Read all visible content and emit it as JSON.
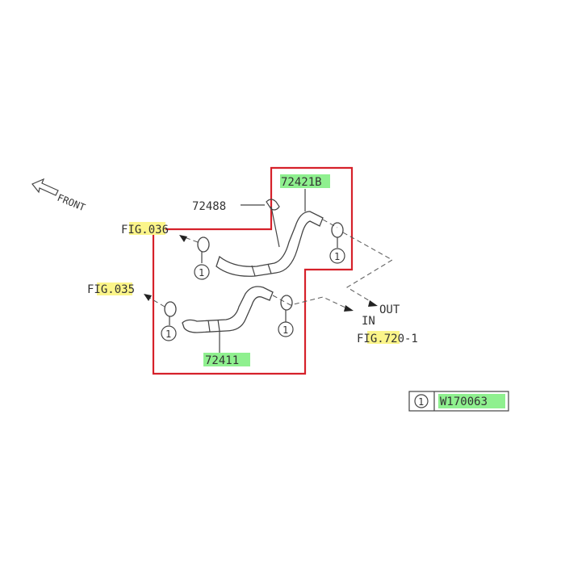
{
  "labels": {
    "front": "FRONT",
    "fig_036": "FIG.036",
    "fig_035": "FIG.035",
    "part_72488": "72488",
    "part_72421B": "72421B",
    "part_72411": "72411",
    "out": "OUT",
    "in": "IN",
    "fig_720": "FIG.720-1"
  },
  "callout": "1",
  "legend": {
    "number": "1",
    "code": "W170063"
  },
  "colors": {
    "highlight_yellow": "#fbf58a",
    "highlight_green": "#8ff08f",
    "box_red": "#d6212a"
  }
}
